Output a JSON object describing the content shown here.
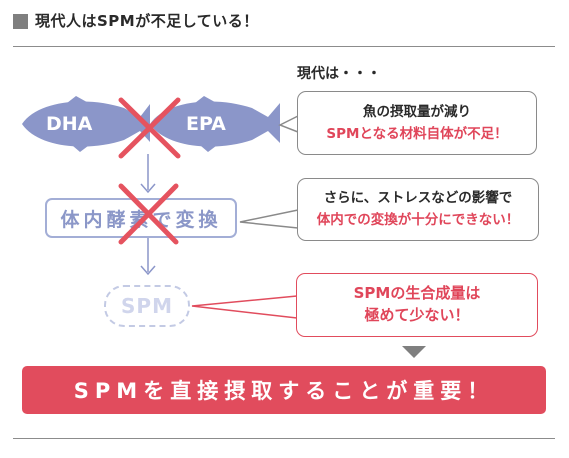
{
  "header": {
    "title": "現代人はSPMが不足している！"
  },
  "fish": [
    {
      "label": "DHA"
    },
    {
      "label": "EPA"
    }
  ],
  "modern_label": "現代は・・・",
  "bubble1": {
    "line1": "魚の摂取量が減り",
    "line2": "SPMとなる材料自体が不足！"
  },
  "enzyme_box": {
    "label": "体内酵素で変換"
  },
  "bubble2": {
    "line1": "さらに、ストレスなどの影響で",
    "line2": "体内での変換が十分にできない！"
  },
  "spm_label": "SPM",
  "bubble3": {
    "line1": "SPMの生合成量は",
    "line2": "極めて少ない！"
  },
  "banner": {
    "text": "SPMを直接摂取することが重要！"
  },
  "colors": {
    "fish": "#8b96c9",
    "cross": "#e5535f",
    "accent_red": "#e14c5d",
    "box_border": "#a3aed6",
    "header_square": "#7f7f7f"
  }
}
